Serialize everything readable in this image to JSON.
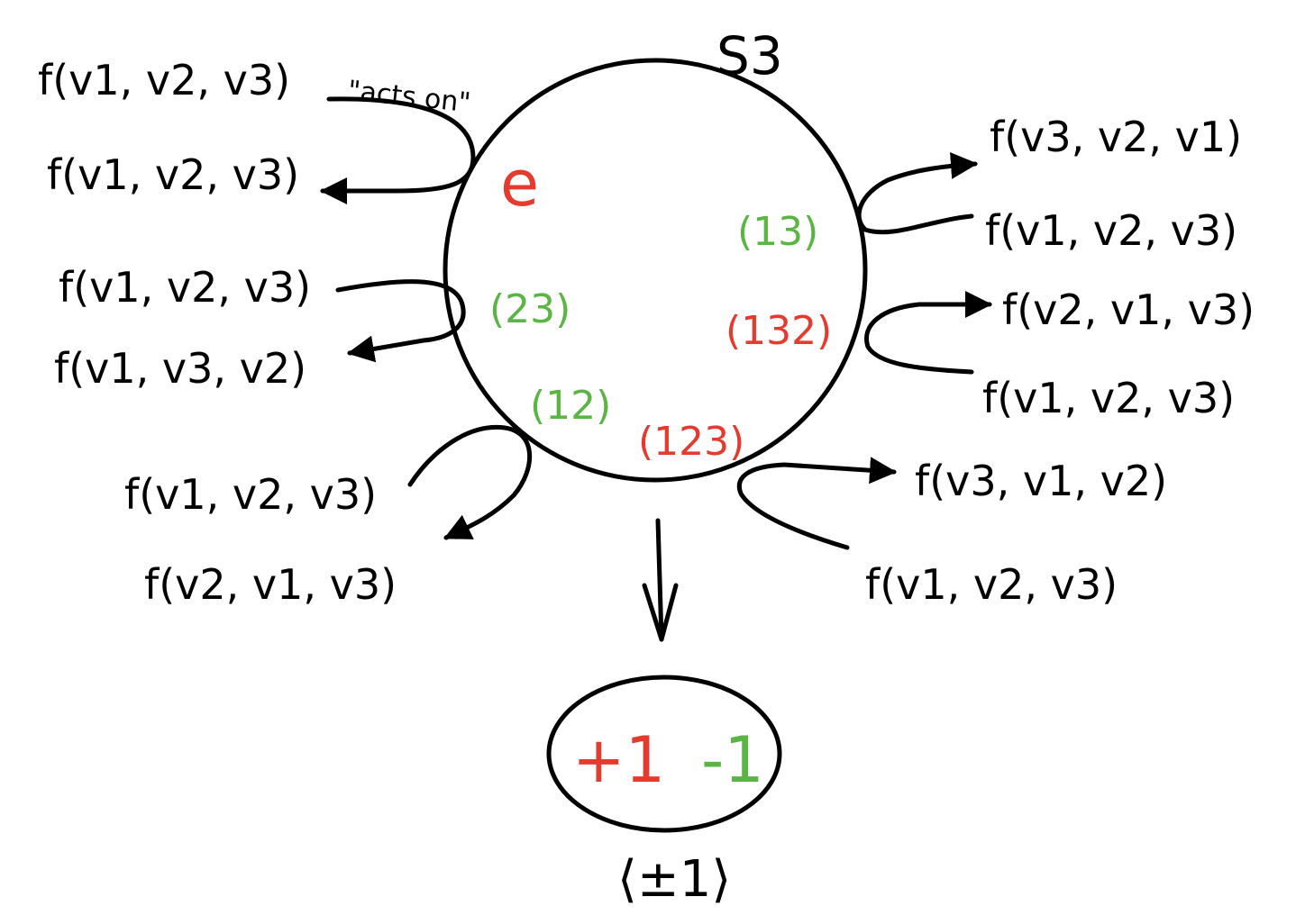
{
  "group": {
    "name": "S3",
    "acts_on_label": "\"acts on\""
  },
  "elements": {
    "identity": "e",
    "t13": "(13)",
    "t23": "(23)",
    "t132": "(132)",
    "t12": "(12)",
    "t123": "(123)"
  },
  "functions": {
    "e_in": "f(v1, v2, v3)",
    "e_out": "f(v1, v2, v3)",
    "t13_in": "f(v1, v2, v3)",
    "t13_out": "f(v3, v2, v1)",
    "t23_in": "f(v1, v2, v3)",
    "t23_out": "f(v1, v3, v2)",
    "t132_in": "f(v1, v2, v3)",
    "t132_out": "f(v2, v1, v3)",
    "t12_in": "f(v1, v2, v3)",
    "t12_out": "f(v2, v1, v3)",
    "t123_in": "f(v1, v2, v3)",
    "t123_out": "f(v3, v1, v2)"
  },
  "image": {
    "plus_one": "+1",
    "minus_one": "-1",
    "label": "⟨±1⟩"
  },
  "colors": {
    "even": "#e53a2e",
    "odd": "#5bb545",
    "ink": "#000000"
  }
}
